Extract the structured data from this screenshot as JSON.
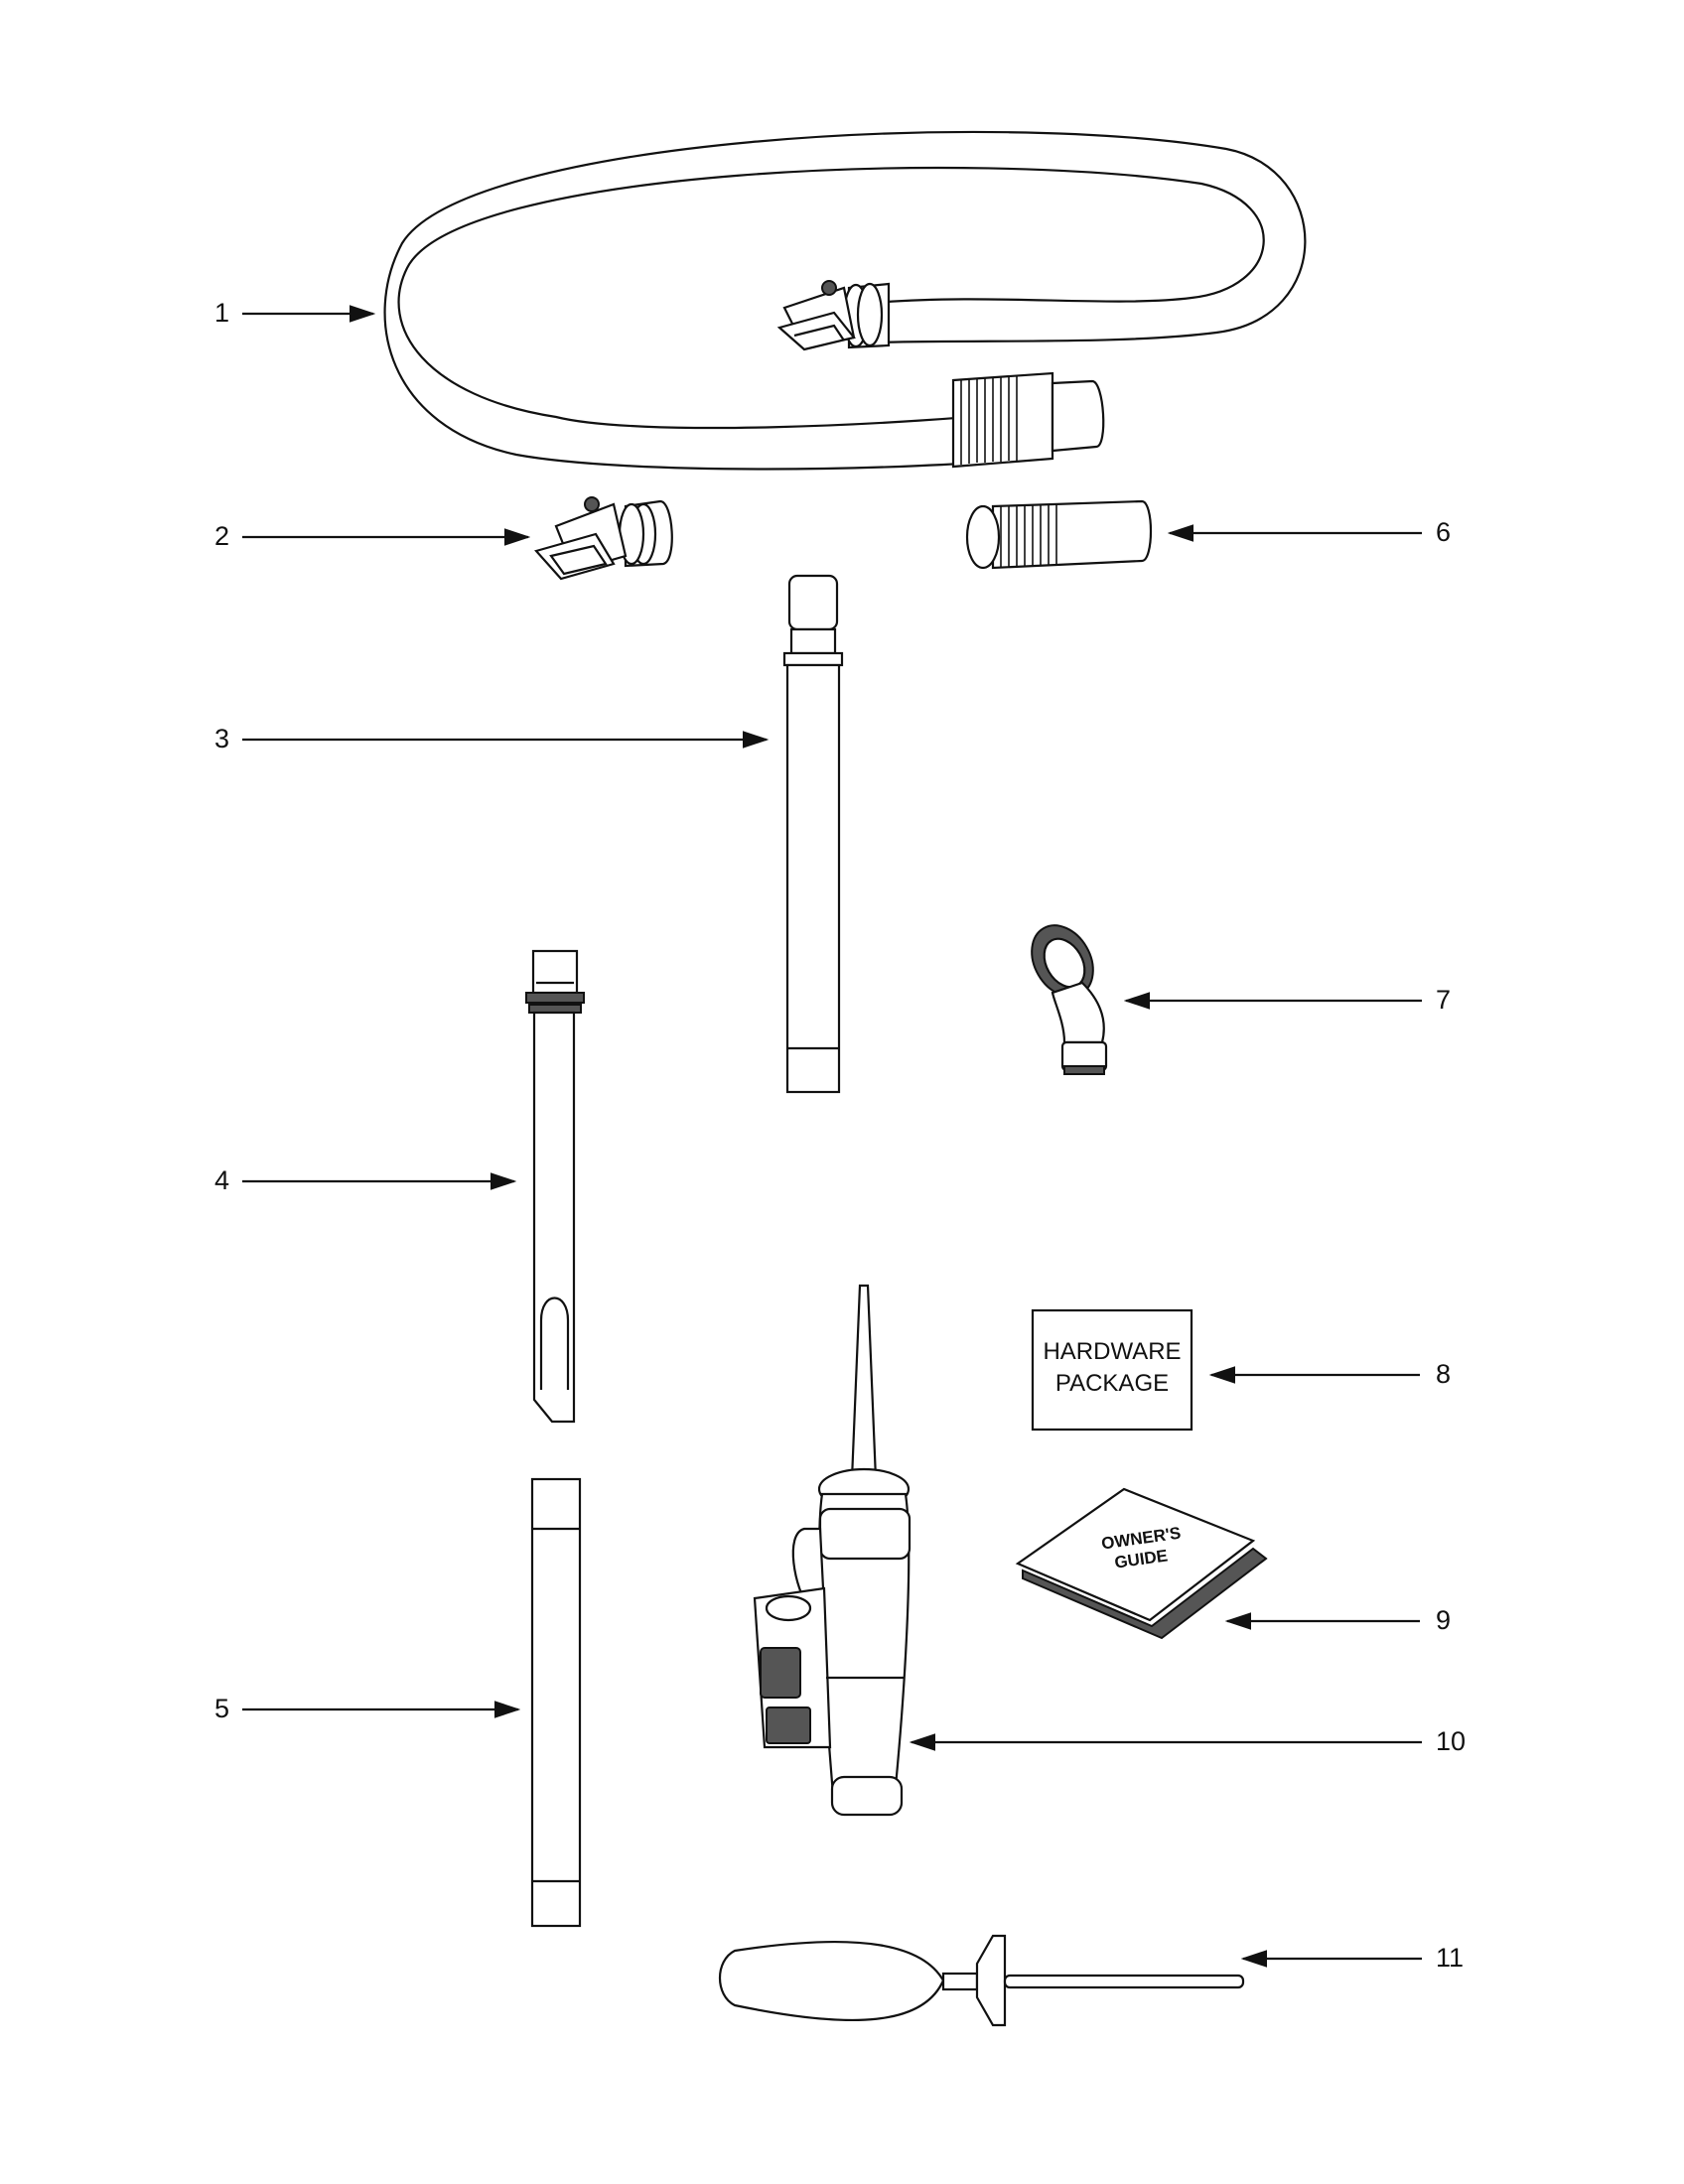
{
  "callouts": [
    {
      "label": "1"
    },
    {
      "label": "2"
    },
    {
      "label": "3"
    },
    {
      "label": "4"
    },
    {
      "label": "5"
    },
    {
      "label": "6"
    },
    {
      "label": "7"
    },
    {
      "label": "8"
    },
    {
      "label": "9"
    },
    {
      "label": "10"
    },
    {
      "label": "11"
    }
  ],
  "hardware_box": {
    "line1": "HARDWARE",
    "line2": "PACKAGE"
  },
  "owners_guide": {
    "line1": "OWNER'S",
    "line2": "GUIDE"
  },
  "colors": {
    "ink": "#111111",
    "background": "#ffffff"
  }
}
